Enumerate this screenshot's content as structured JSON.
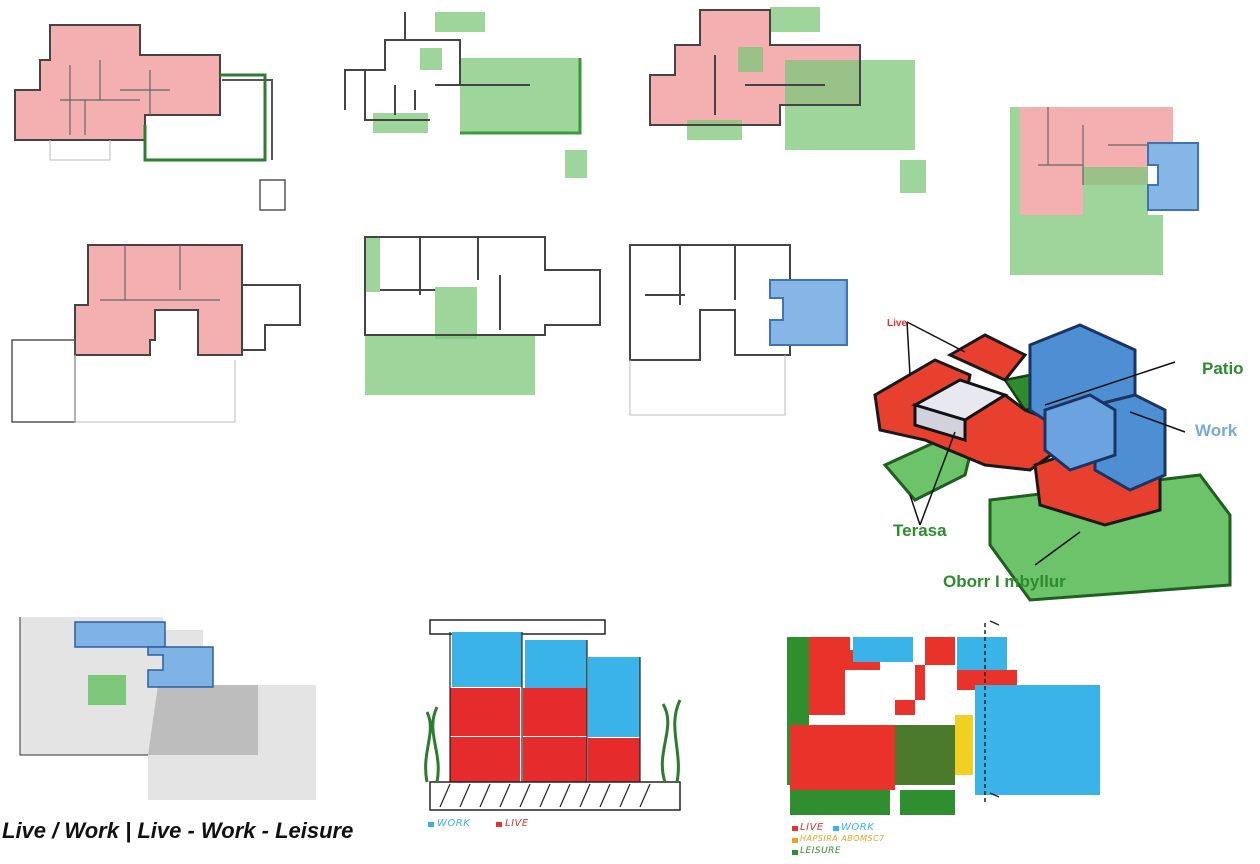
{
  "diagram": {
    "axonometric_labels": {
      "live": "Live",
      "patio": "Patio",
      "work": "Work",
      "terasa": "Terasa",
      "oborr": "Oborr I mbyllur"
    },
    "elevation_legend": {
      "work": "WORK",
      "live": "LIVE"
    },
    "plan_legend": {
      "live": "LIVE",
      "work": "WORK",
      "hapsira": "HAPSIRA ABOMSC7",
      "leisure": "LEISURE"
    },
    "caption": "Live / Work  |  Live - Work - Leisure"
  },
  "colors": {
    "live": "#f3a7a9",
    "leisure": "#7cc77a",
    "work": "#7fb2e5",
    "live_marker": "#e8322a",
    "work_marker": "#3bb0e6",
    "leisure_marker": "#2f8f2f",
    "hapsira_marker": "#f0a020"
  }
}
